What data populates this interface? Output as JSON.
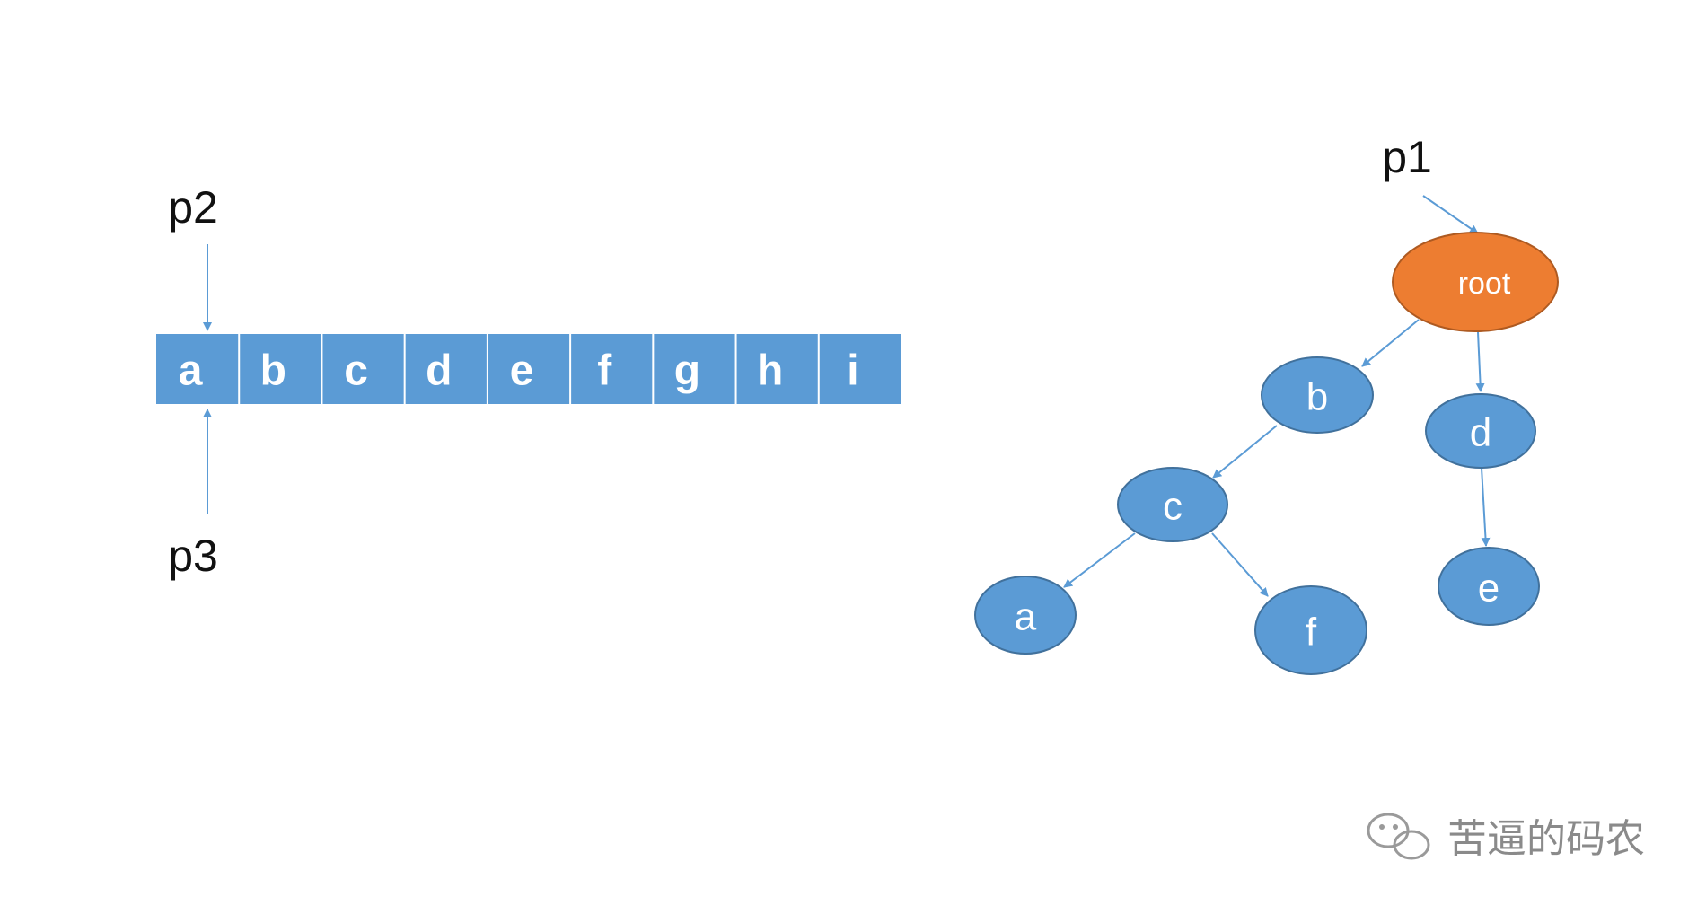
{
  "array": {
    "cells": [
      "a",
      "b",
      "c",
      "d",
      "e",
      "f",
      "g",
      "h",
      "i"
    ],
    "pointer_top": "p2",
    "pointer_bottom": "p3"
  },
  "tree": {
    "pointer": "p1",
    "root_label": "root",
    "nodes": {
      "b": "b",
      "c": "c",
      "d": "d",
      "a": "a",
      "f": "f",
      "e": "e"
    }
  },
  "watermark": {
    "text": "苦逼的码农",
    "icon": "wechat-icon"
  },
  "colors": {
    "node_fill": "#5b9bd5",
    "root_fill": "#ed7d31",
    "arrow": "#5b9bd5"
  }
}
